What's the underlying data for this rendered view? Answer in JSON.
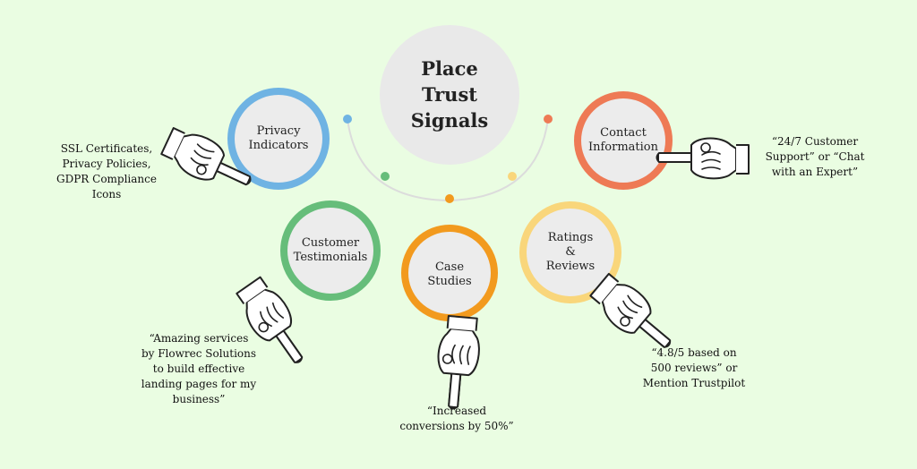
{
  "center": {
    "title_lines": [
      "Place",
      "Trust",
      "Signals"
    ]
  },
  "nodes": [
    {
      "id": "privacy",
      "label_lines": [
        "Privacy",
        "Indicators"
      ],
      "color": "#6fb3e3",
      "description_lines": [
        "SSL Certificates,",
        "Privacy Policies,",
        "GDPR Compliance",
        "Icons"
      ]
    },
    {
      "id": "contact",
      "label_lines": [
        "Contact",
        "Information"
      ],
      "color": "#ee7a55",
      "description_lines": [
        "“24/7 Customer",
        "Support” or “Chat",
        "with an Expert”"
      ]
    },
    {
      "id": "testimonials",
      "label_lines": [
        "Customer",
        "Testimonials"
      ],
      "color": "#66bd7a",
      "description_lines": [
        "“Amazing services",
        "by Flowrec Solutions",
        "to build effective",
        "landing pages for my",
        "business”"
      ]
    },
    {
      "id": "case-studies",
      "label_lines": [
        "Case",
        "Studies"
      ],
      "color": "#f29a1e",
      "description_lines": [
        "“Increased",
        "conversions by 50%”"
      ]
    },
    {
      "id": "ratings",
      "label_lines": [
        "Ratings",
        "&",
        "Reviews"
      ],
      "color": "#f9d67b",
      "description_lines": [
        "“4.8/5 based on",
        "500 reviews” or",
        "Mention Trustpilot"
      ]
    }
  ],
  "arc_dot_colors": [
    "#6fb3e3",
    "#66bd7a",
    "#f29a1e",
    "#f9d67b",
    "#ee7a55"
  ],
  "hand_icon": "pointing-hand-icon"
}
